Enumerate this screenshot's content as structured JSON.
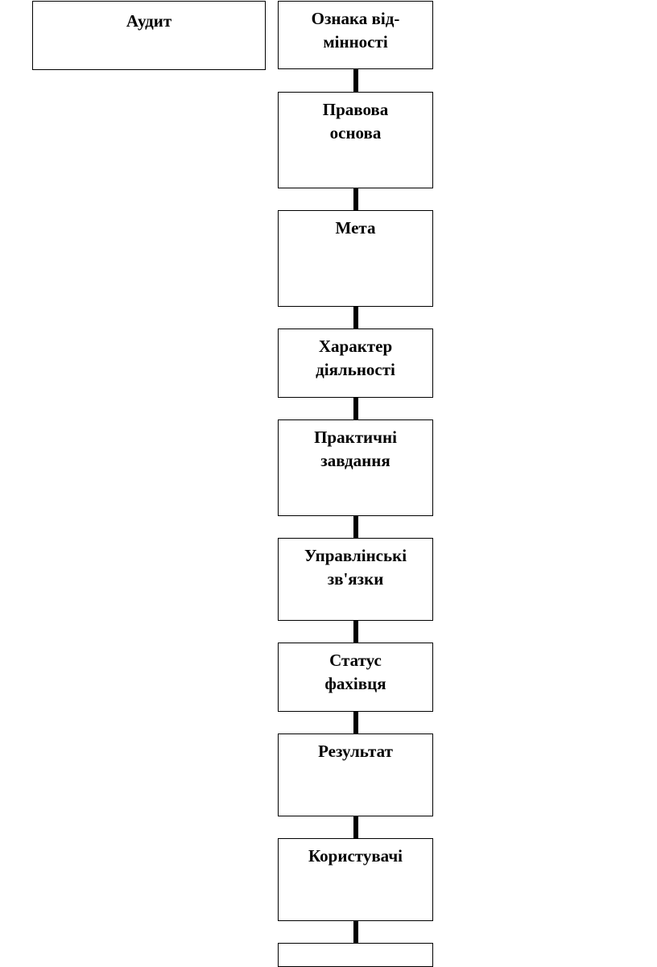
{
  "audit": {
    "label": "Аудит"
  },
  "criteria": [
    {
      "label": "Ознака від-мінності"
    },
    {
      "label": "Правова основа"
    },
    {
      "label": "Мета"
    },
    {
      "label": "Характер діяльності"
    },
    {
      "label": "Практичні завдання"
    },
    {
      "label": "Управлінські зв'язки"
    },
    {
      "label": "Статус фахівця"
    },
    {
      "label": "Результат"
    },
    {
      "label": "Користувачі"
    },
    {
      "label": ""
    }
  ]
}
